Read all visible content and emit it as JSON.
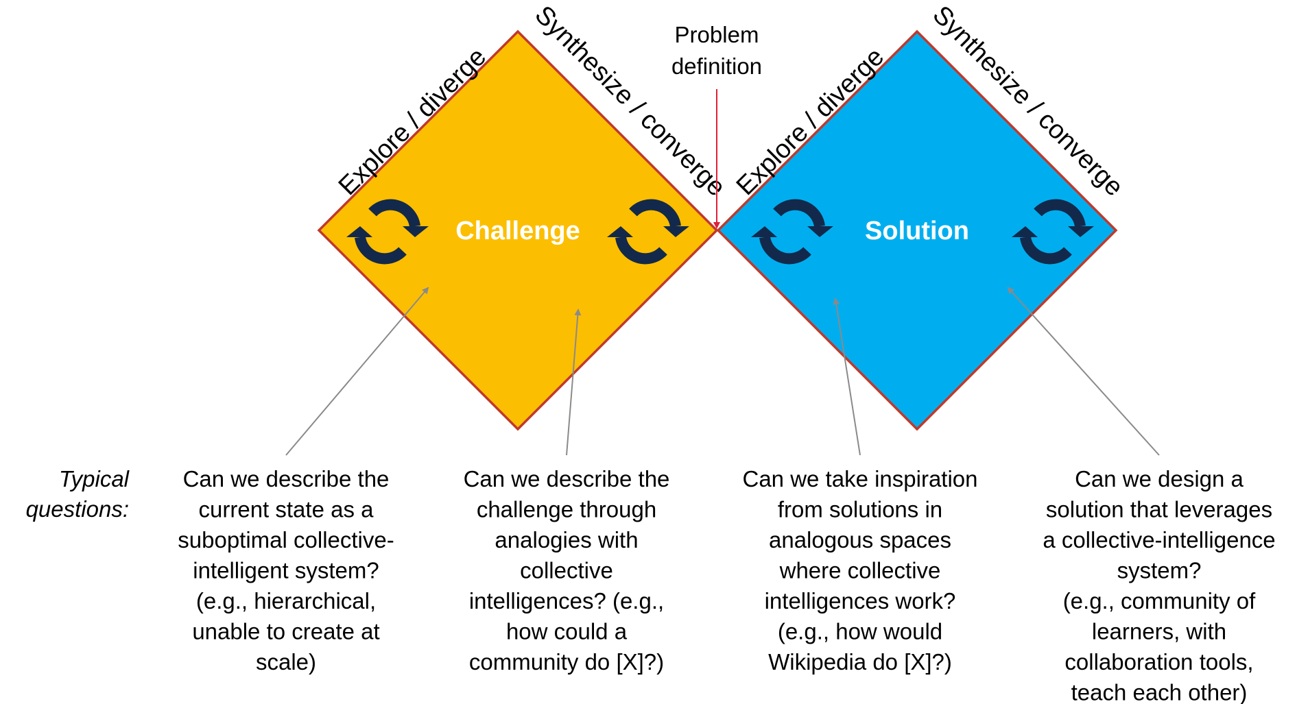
{
  "colors": {
    "challenge_fill": "#FCBE00",
    "solution_fill": "#00AEEF",
    "diamond_border": "#C0392B",
    "problem_arrow": "#E0203A",
    "pointer_arrow": "#8A8A8A",
    "cycle_icon": "#13294B"
  },
  "problem_definition": {
    "lines": [
      "Problem",
      "definition"
    ]
  },
  "diamonds": [
    {
      "center_label": "Challenge",
      "left_edge_label": "Explore / diverge",
      "right_edge_label": "Synthesize / converge",
      "icons": [
        "cycle-arrows-icon",
        "cycle-arrows-icon"
      ]
    },
    {
      "center_label": "Solution",
      "left_edge_label": "Explore / diverge",
      "right_edge_label": "Synthesize / converge",
      "icons": [
        "cycle-arrows-icon",
        "cycle-arrows-icon"
      ]
    }
  ],
  "typical_label": {
    "lines": [
      "Typical",
      "questions:"
    ]
  },
  "questions": [
    {
      "lines": [
        "Can we describe the",
        "current state as a",
        "suboptimal collective-",
        "intelligent system?",
        "(e.g., hierarchical,",
        "unable to create at",
        "scale)"
      ]
    },
    {
      "lines": [
        "Can we describe the",
        "challenge through",
        "analogies with",
        "collective",
        "intelligences? (e.g.,",
        "how could a",
        "community do [X]?)"
      ]
    },
    {
      "lines": [
        "Can we take inspiration",
        "from solutions in",
        "analogous spaces",
        "where collective",
        "intelligences work?",
        "(e.g., how would",
        "Wikipedia do [X]?)"
      ]
    },
    {
      "lines": [
        "Can we design a",
        "solution that leverages",
        "a collective-intelligence",
        "system?",
        "(e.g., community of",
        "learners, with",
        "collaboration tools,",
        "teach each other)"
      ]
    }
  ]
}
